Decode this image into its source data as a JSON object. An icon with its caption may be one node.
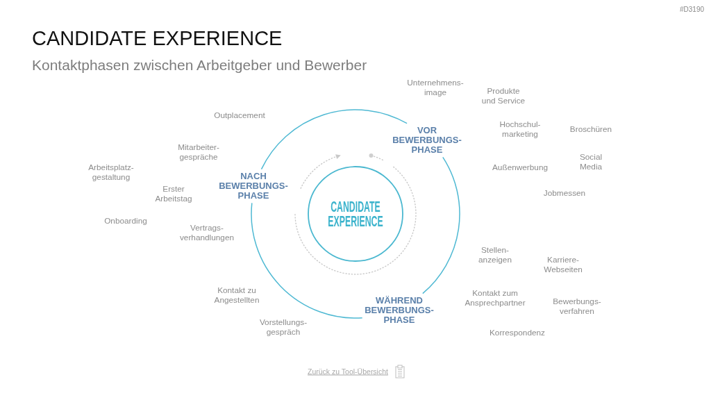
{
  "diagram": {
    "title": "CANDIDATE EXPERIENCE",
    "nodes": [
      {
        "text": [
          "VOR BEWERBUNGS- PHASE"
        ]
      },
      {
        "text": [
          "NACH BEWERBUNGS- PHASE"
        ]
      },
      {
        "text": [
          "CANDIDATE EXPERIENCE"
        ]
      },
      {
        "text": [
          "WÄHREND BEWERBUNGS- PHASE"
        ]
      }
    ],
    "edges": [
      {
        "from": 1,
        "to": 0,
        "arrow": "none"
      },
      {
        "from": 0,
        "to": 3,
        "arrow": "none"
      },
      {
        "from": 3,
        "to": 1,
        "arrow": "none"
      }
    ],
    "labels": [
      "#D3190",
      "Kontaktphasen zwischen Arbeitgeber und Bewerber",
      "Unternehmens- image",
      "Produkte und Service",
      "Outplacement",
      "Hochschul- marketing",
      "Broschüren",
      "Mitarbeiter- gespräche",
      "Social Media",
      "Außenwerbung",
      "Arbeitsplatz- gestaltung",
      "Erster Arbeitstag",
      "Jobmessen",
      "Onboarding",
      "Vertrags- verhandlungen",
      "Stellen- anzeigen",
      "Karriere- Webseiten",
      "Kontakt zu Angestellten",
      "Kontakt zum Ansprechpartner",
      "Bewerbungs- verfahren",
      "Vorstellungs- gespräch",
      "Korrespondenz",
      "Zurück zu Tool-Übersicht"
    ]
  }
}
